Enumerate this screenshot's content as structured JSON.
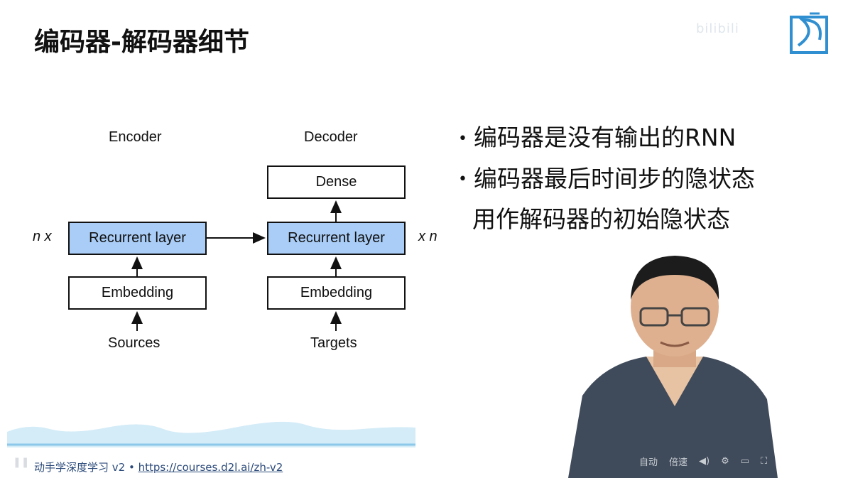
{
  "slide": {
    "title": "编码器-解码器细节"
  },
  "diagram": {
    "encoder_label": "Encoder",
    "decoder_label": "Decoder",
    "dense": "Dense",
    "encoder_recurrent": "Recurrent layer",
    "decoder_recurrent": "Recurrent layer",
    "encoder_embedding": "Embedding",
    "decoder_embedding": "Embedding",
    "sources": "Sources",
    "targets": "Targets",
    "left_repeat": "n x",
    "right_repeat": "x n",
    "recurrent_color": "#a9cdf6"
  },
  "bullets": [
    {
      "text": "编码器是没有输出的RNN"
    },
    {
      "text": "编码器最后时间步的隐状态",
      "continuation": "用作解码器的初始隐状态"
    }
  ],
  "footer": {
    "prefix": "动手学深度学习 v2 • ",
    "link": "https://courses.d2l.ai/zh-v2"
  },
  "player": {
    "auto_label": "自动",
    "speed_label": "倍速",
    "icons": [
      "play-icon",
      "volume-icon",
      "settings-icon",
      "pip-icon",
      "fullscreen-icon"
    ]
  },
  "watermark": {
    "text": "bilibili"
  }
}
